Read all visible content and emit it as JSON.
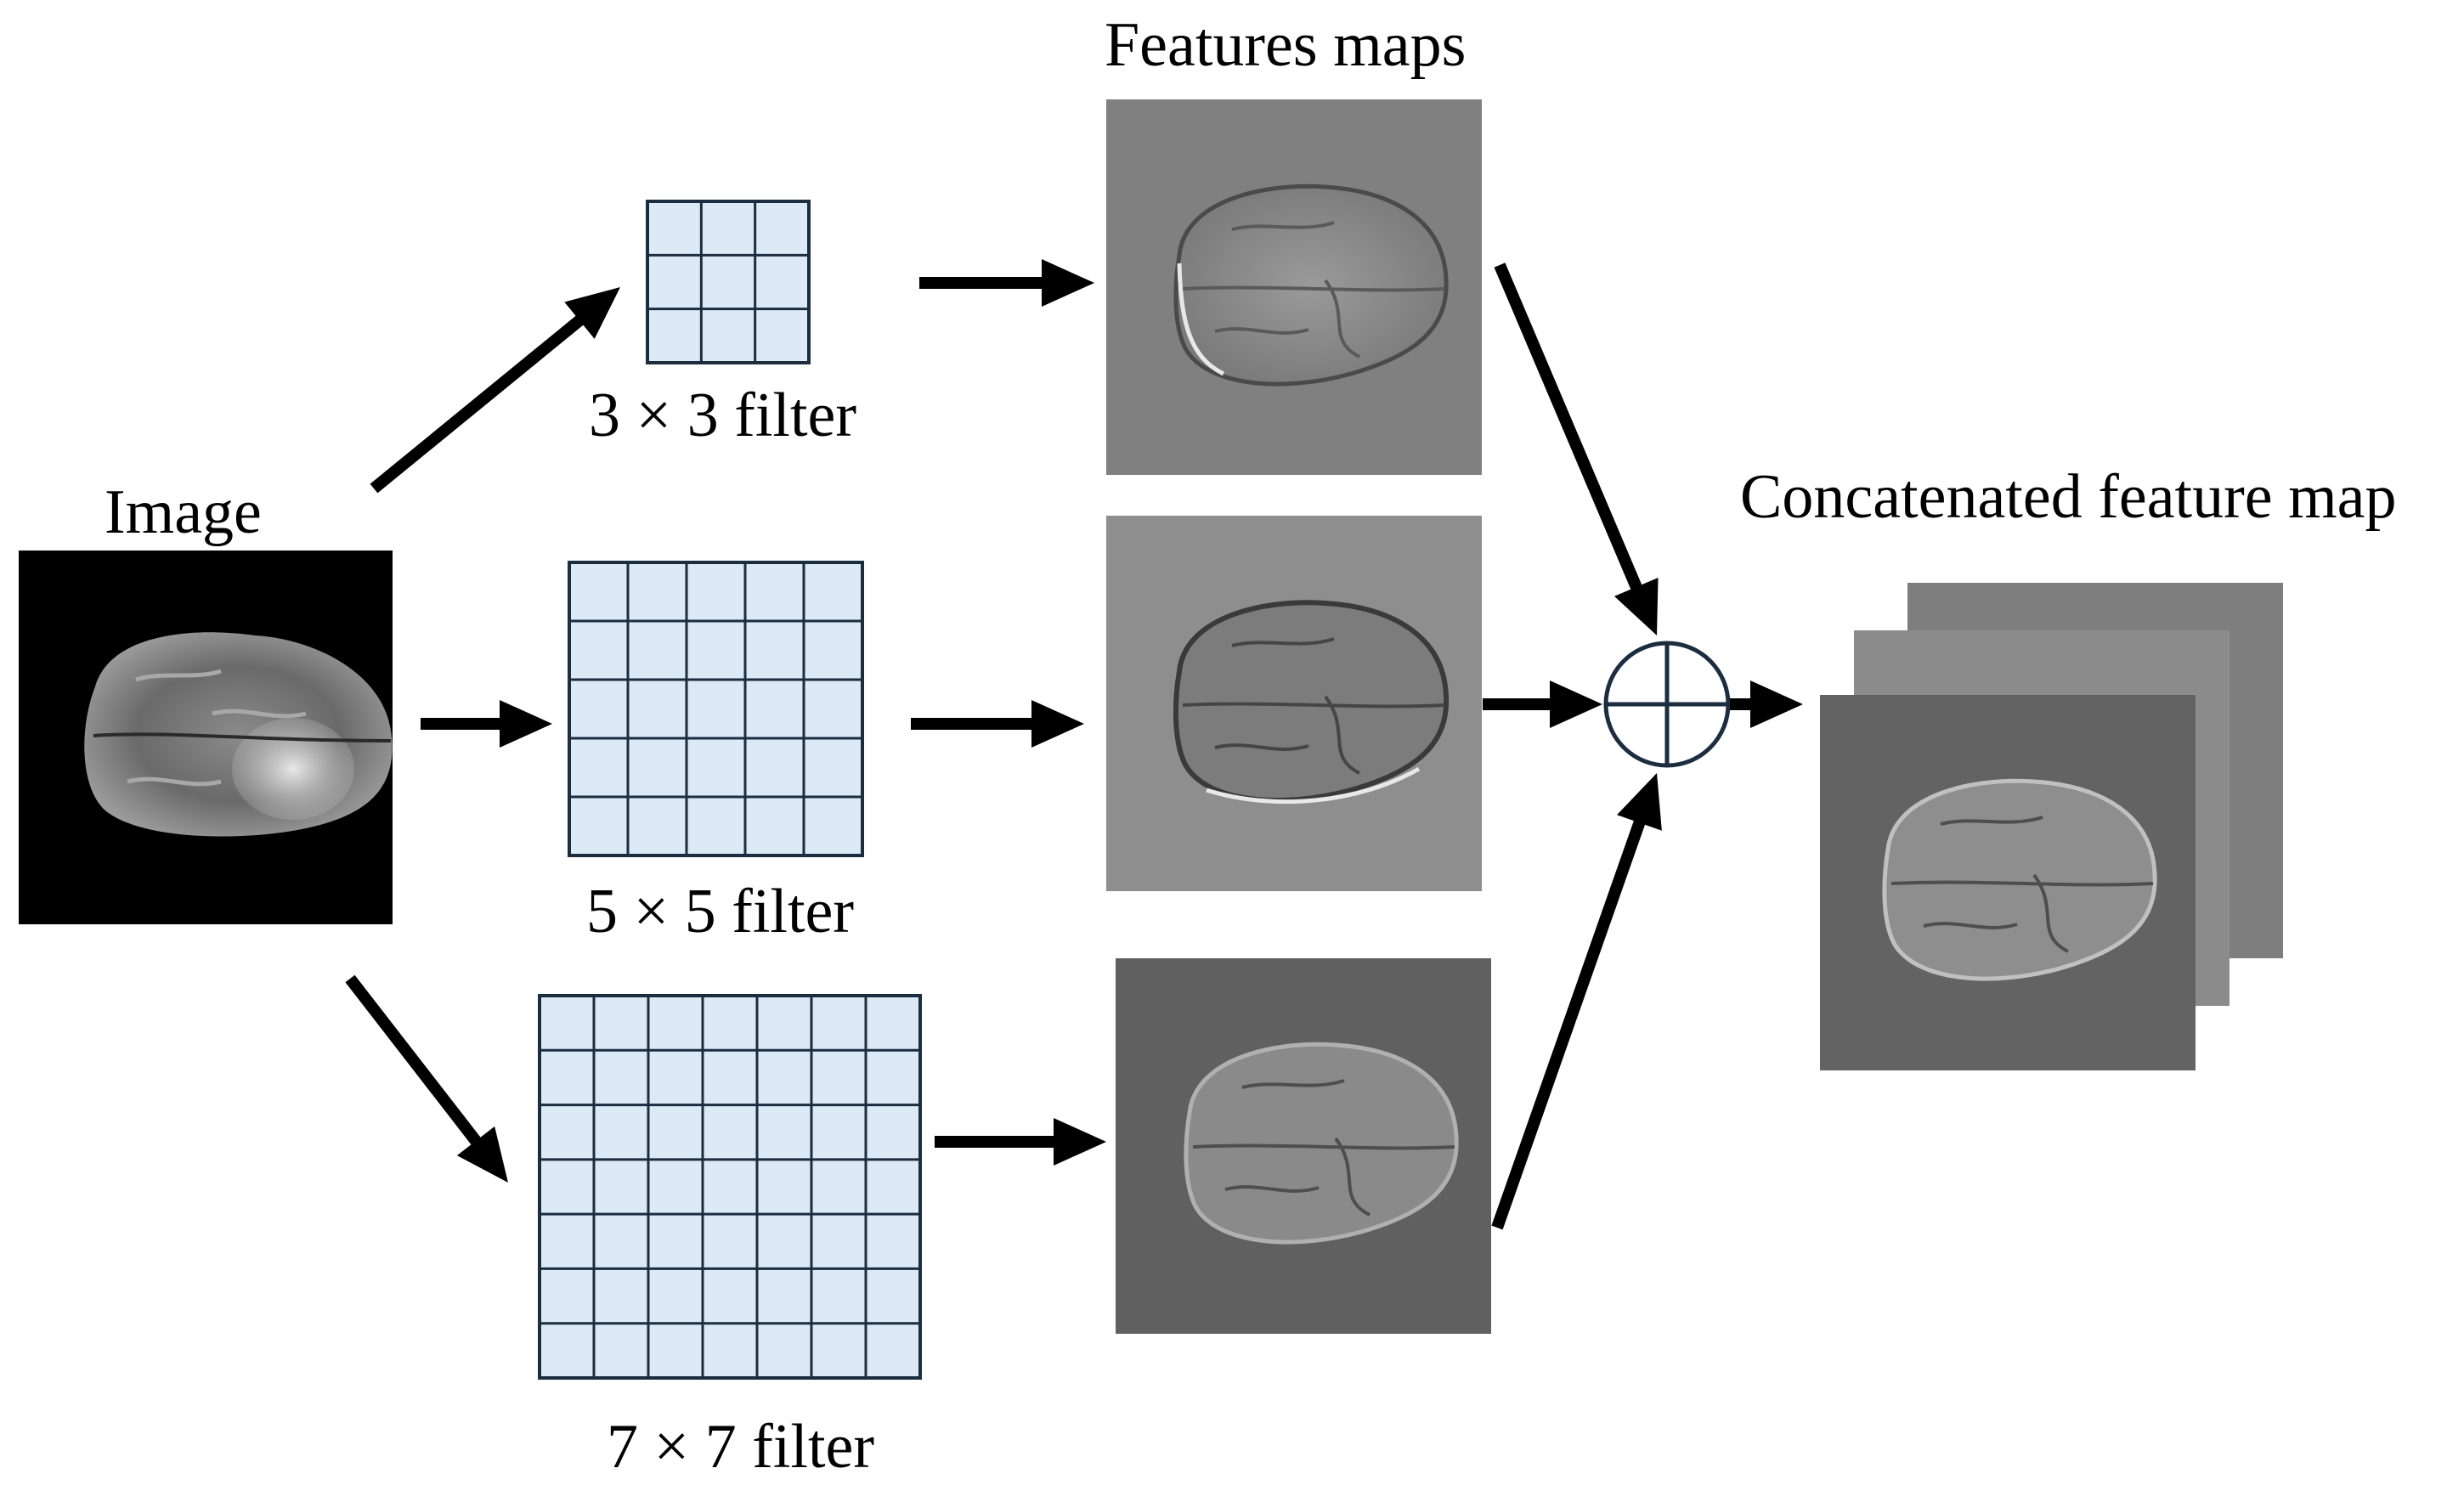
{
  "labels": {
    "features_maps": "Features maps",
    "image": "Image",
    "filter_3": "3 × 3 filter",
    "filter_5": "5 × 5 filter",
    "filter_7": "7 × 7 filter",
    "concatenated": "Concatenated feature map"
  },
  "filters": [
    {
      "name": "3x3",
      "size": 3
    },
    {
      "name": "5x5",
      "size": 5
    },
    {
      "name": "7x7",
      "size": 7
    }
  ],
  "feature_map_backgrounds": [
    "#808080",
    "#8e8e8e",
    "#606060"
  ],
  "stack_backgrounds": [
    "#7e7e7e",
    "#8c8c8c",
    "#636363"
  ],
  "colors": {
    "filter_fill": "#dde9f5",
    "filter_grid": "#1c2d40",
    "arrow": "#000000",
    "image_bg": "#000000",
    "combine_circle": "#1c2d40"
  },
  "icons": {
    "combine": "circled-plus-icon"
  }
}
